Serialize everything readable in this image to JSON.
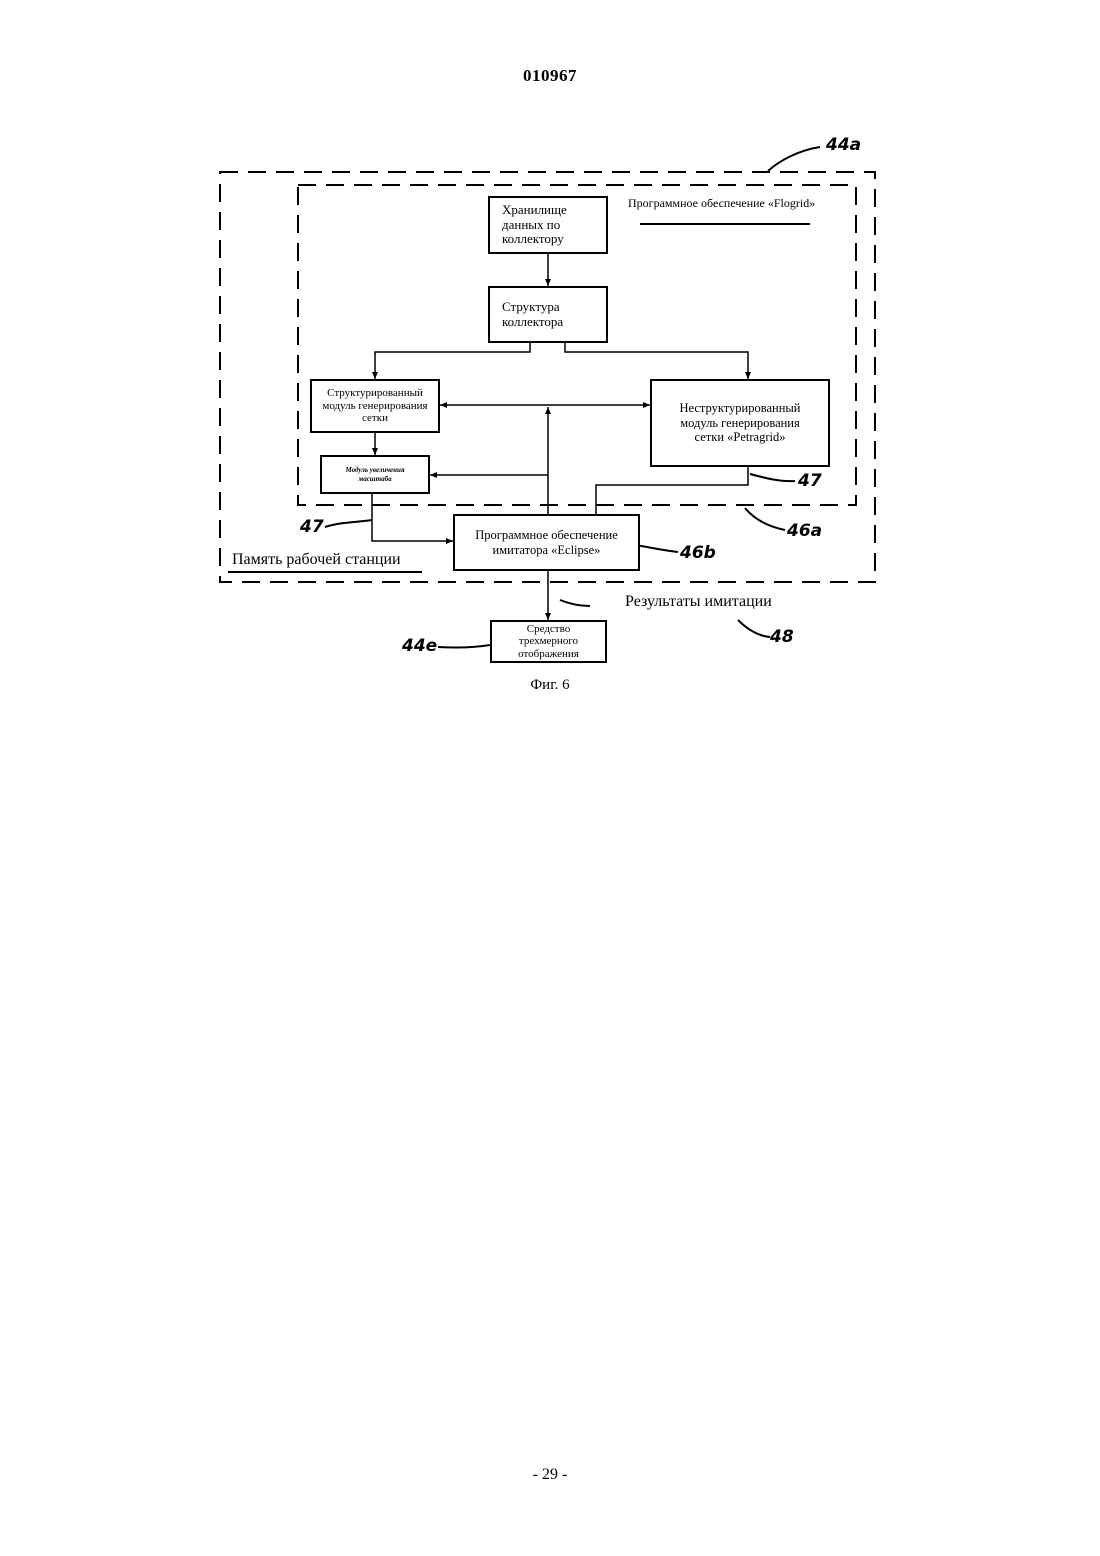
{
  "page": {
    "header": "010967",
    "footer": "- 29 -",
    "caption": "Фиг. 6"
  },
  "diagram": {
    "blocks": {
      "storage": "Хранилище\nданных по\nколлектору",
      "reservoir_structure": "Структура\nколлектора",
      "structured_grid": "Структурированный\nмодуль генерирования\nсетки",
      "upscaling": "Модуль увеличения\nмасштаба",
      "unstructured_grid": "Неструктурированный\nмодуль генерирования\nсетки «Petragrid»",
      "eclipse": "Программное обеспечение\nимитатора «Eclipse»",
      "display": "Средство\nтрехмерного\nотображения"
    },
    "labels": {
      "flogrid": "Программное обеспечение «Flogrid»",
      "workstation_memory": "Память рабочей станции",
      "simulation_results": "Результаты имитации"
    },
    "refs": {
      "r44a": "44a",
      "r47_right": "47",
      "r46a": "46a",
      "r47_left": "47",
      "r46b": "46b",
      "r44e": "44e",
      "r48": "48"
    }
  }
}
